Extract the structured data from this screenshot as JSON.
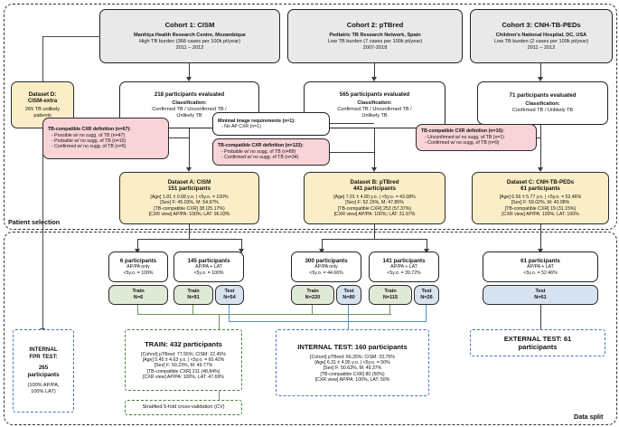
{
  "regions": {
    "patient_selection": "Patient selection",
    "data_split": "Data split"
  },
  "cohorts": [
    {
      "title": "Cohort 1: CISM",
      "site": "Manhiça Health Research Centre, Mozambique",
      "burden": "High TB burden (368 cases per 100k pt/year)",
      "years": "2011 – 2012"
    },
    {
      "title": "Cohort 2: pTBred",
      "site": "Pediatric TB Research Network, Spain",
      "burden": "Low TB burden (7 cases per 100k pt/year)",
      "years": "2007-2018"
    },
    {
      "title": "Cohort 3: CNH-TB-PEDs",
      "site": "Children's National Hospital, DC, USA",
      "burden": "Low TB burden (2 cases per 100k pt/year)",
      "years": "2011 – 2012"
    }
  ],
  "evaluated": [
    {
      "title": "218 participants evaluated",
      "classification_label": "Classification:",
      "classification_l1": "Confirmed TB / Unconfirmed TB /",
      "classification_l2": "Unlikely TB"
    },
    {
      "title": "565 participants evaluated",
      "classification_label": "Classification:",
      "classification_l1": "Confirmed TB / Unconfirmed TB /",
      "classification_l2": "Unlikely TB"
    },
    {
      "title": "71 participants evaluated",
      "classification_label": "Classification:",
      "classification_l1": "Confirmed TB / Unlikely TB",
      "classification_l2": ""
    }
  ],
  "dataset_d": {
    "title_l1": "Dataset D:",
    "title_l2": "CISM-extra",
    "sub_l1": "265 TB unlikely",
    "sub_l2": "patients"
  },
  "exclusions": {
    "cism": {
      "title": "TB-compatible CXR definition (n=67):",
      "items": [
        "-  Possible w/ no sugg. of TB (n=47)",
        "-  Probable w/ no sugg. of TB (n=15)",
        "-  Confirmed w/ no sugg. of TB (n=5)"
      ]
    },
    "ptbred_minimal": {
      "title": "Minimal image requirements (n=1):",
      "items": [
        "-  No AP CXR (n=1)"
      ]
    },
    "ptbred_cxr": {
      "title": "TB-compatible CXR definition (n=123):",
      "items": [
        "-  Probable w/ no sugg. of TB (n=89)",
        "-  Confirmed w/ no sugg. of TB (n=34)"
      ]
    },
    "cnh": {
      "title": "TB-compatible CXR definition (n=10):",
      "items": [
        "-  Unconfirmed w/ no sugg. of TB (n=1)",
        "-  Confirmed w/ no sugg. of TB (n=9)"
      ]
    }
  },
  "datasets": [
    {
      "title": "Dataset A: CISM",
      "participants": "151 participants",
      "age": "[Age] 1.81 ± 0.68 y.o. | <5y.o. = 100%",
      "sex": "[Sex] F: 45.03%, M: 54.97%",
      "cxr": "[TB-compatible CXR] 38 (25.17%)",
      "view": "[CXR view] AP/PA: 100%; LAT: 96.03%"
    },
    {
      "title": "Dataset B: pTBred",
      "participants": "441 participants",
      "age": "[Age] 7.01 ± 4.80 y.o. | <5y.o. = 43.08%",
      "sex": "[Sex] F: 52.15%, M: 47.85%",
      "cxr": "[TB-compatible CXR] 253 (57.37%)",
      "view": "[CXR view] AP/PA: 100%; LAT: 31.97%"
    },
    {
      "title": "Dataset C: CNH-TB-PEDs",
      "participants": "61 participants",
      "age": "[Age] 6.56 ± 5.77 y.o. | <5y.o. = 52.46%",
      "sex": "[Sex] F: 59.02%, M: 40.98%",
      "cxr": "[TB-compatible CXR] 19 (31.15%)",
      "view": "[CXR view] AP/PA: 100%; LAT: 100%"
    }
  ],
  "splits": [
    {
      "title": "6 participants",
      "view": "AP/PA only",
      "age": "<5y.o. = 100%"
    },
    {
      "title": "145 participants",
      "view": "AP/PA + LAT",
      "age": "<5y.o. = 100%"
    },
    {
      "title": "300 participants",
      "view": "AP/PA only",
      "age": "<5y.o. = 44.66%"
    },
    {
      "title": "141 participants",
      "view": "AP/PA + LAT",
      "age": "<5y.o. = 39.72%"
    },
    {
      "title": "61 participants",
      "view": "AP/PA + LAT",
      "age": "<5y.o. = 52.46%"
    }
  ],
  "bins": [
    {
      "label": "Train",
      "n": "N=6"
    },
    {
      "label": "Train",
      "n": "N=91"
    },
    {
      "label": "Test",
      "n": "N=54"
    },
    {
      "label": "Train",
      "n": "N=220"
    },
    {
      "label": "Test",
      "n": "N=80"
    },
    {
      "label": "Train",
      "n": "N=115"
    },
    {
      "label": "Test",
      "n": "N=26"
    },
    {
      "label": "Test",
      "n": "N=61"
    }
  ],
  "final": {
    "internal_fpr": {
      "l1": "INTERNAL",
      "l2": "FPR TEST:",
      "l3": "265",
      "l4": "participants",
      "l5": "(100% AP/PA,",
      "l6": "100% LAT)"
    },
    "train": {
      "title": "TRAIN: 432 participants",
      "cohort": "[Cohort] pTBred: 77.55%; CISM: 22.45%",
      "age": "[Age] 5.45 ± 4.63 y.o. | <5y.o. = 60.42%",
      "sex": "[Sex] F: 50.23%, M: 49.77%",
      "cxr": "[TB-compatible CXR] 211 (48,84%)",
      "view": "[CXR view] AP/PA: 100%, LAT: 47.69%"
    },
    "cv": "Stratified 5-fold cross-validation (CV)",
    "internal_test": {
      "title": "INTERNAL TEST: 160 participants",
      "cohort": "[Cohort] pTBred: 66.25%; CISM: 33.75%",
      "age": "[Age] 6.31 ± 4.95 y.o. | <5y.o. = 50%",
      "sex": "[Sex] F: 50.63%, M: 49.37%",
      "cxr": "[TB-compatible CXR] 80 (50%)",
      "view": "[CXR view] AP/PA: 100%, LAT: 50%"
    },
    "external_test": {
      "l1": "EXTERNAL TEST: 61",
      "l2": "participants"
    }
  }
}
